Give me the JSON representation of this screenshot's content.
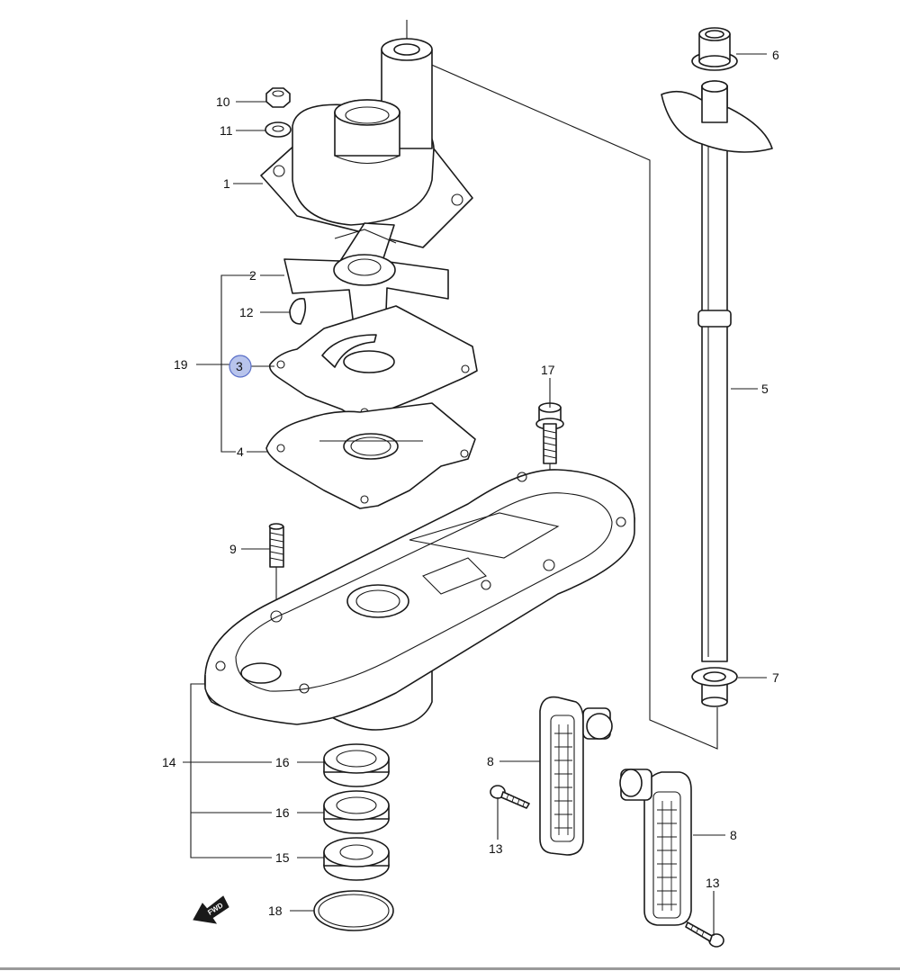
{
  "diagram": {
    "callouts": [
      {
        "id": "1",
        "label": "1"
      },
      {
        "id": "2",
        "label": "2"
      },
      {
        "id": "3",
        "label": "3",
        "highlighted": true
      },
      {
        "id": "4",
        "label": "4"
      },
      {
        "id": "5",
        "label": "5"
      },
      {
        "id": "6",
        "label": "6"
      },
      {
        "id": "7",
        "label": "7"
      },
      {
        "id": "8a",
        "label": "8"
      },
      {
        "id": "8b",
        "label": "8"
      },
      {
        "id": "9",
        "label": "9"
      },
      {
        "id": "10",
        "label": "10"
      },
      {
        "id": "11",
        "label": "11"
      },
      {
        "id": "12",
        "label": "12"
      },
      {
        "id": "13a",
        "label": "13"
      },
      {
        "id": "13b",
        "label": "13"
      },
      {
        "id": "14",
        "label": "14"
      },
      {
        "id": "15",
        "label": "15"
      },
      {
        "id": "16a",
        "label": "16"
      },
      {
        "id": "16b",
        "label": "16"
      },
      {
        "id": "17",
        "label": "17"
      },
      {
        "id": "18",
        "label": "18"
      },
      {
        "id": "19",
        "label": "19"
      }
    ],
    "fwd_label": "FWD",
    "colors": {
      "line": "#1a1a1a",
      "highlight_fill": "#b8c4ec",
      "highlight_stroke": "#5a6fc8",
      "background": "#ffffff"
    }
  }
}
